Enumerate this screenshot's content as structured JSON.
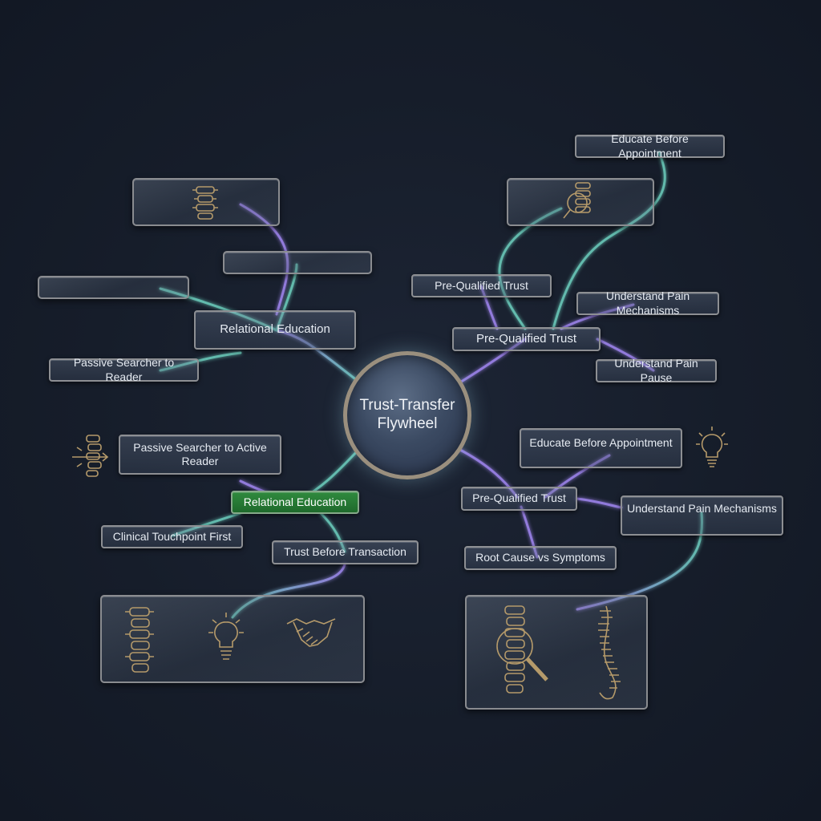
{
  "hub": {
    "line1": "Trust-Transfer",
    "line2": "Flywheel"
  },
  "nodes": {
    "relational_education_top": "Relational Education",
    "passive_searcher_to_reader": "Passive Searcher to Reader",
    "educate_before_appointment_top": "Educate Before Appointment",
    "pre_qualified_trust_small": "Pre-Qualified Trust",
    "understand_pain_mechanisms_top": "Understand Pain Mechanisms",
    "pre_qualified_trust_main": "Pre-Qualified Trust",
    "understand_pain_pause": "Understand Pain Pause",
    "passive_searcher_to_active_reader": "Passive Searcher to Active Reader",
    "relational_education_green": "Relational Education",
    "clinical_touchpoint_first": "Clinical Touchpoint First",
    "trust_before_transaction": "Trust Before Transaction",
    "educate_before_appointment_right": "Educate Before Appointment",
    "pre_qualified_trust_bottom": "Pre-Qualified Trust",
    "understand_pain_mechanisms_bottom": "Understand Pain Mechanisms",
    "root_cause_vs_symptoms": "Root Cause vs Symptoms"
  },
  "colors": {
    "background": "#161d2a",
    "connector_teal": "#6fd6c4",
    "connector_violet": "#a78bfa",
    "highlight_green": "#2f8a3e",
    "hub_border": "#9a8f7e"
  },
  "icons": [
    "spine-icon",
    "spine-magnifier-icon",
    "lightbulb-icon",
    "handshake-icon",
    "spine-arrows-icon",
    "full-spine-icon"
  ]
}
